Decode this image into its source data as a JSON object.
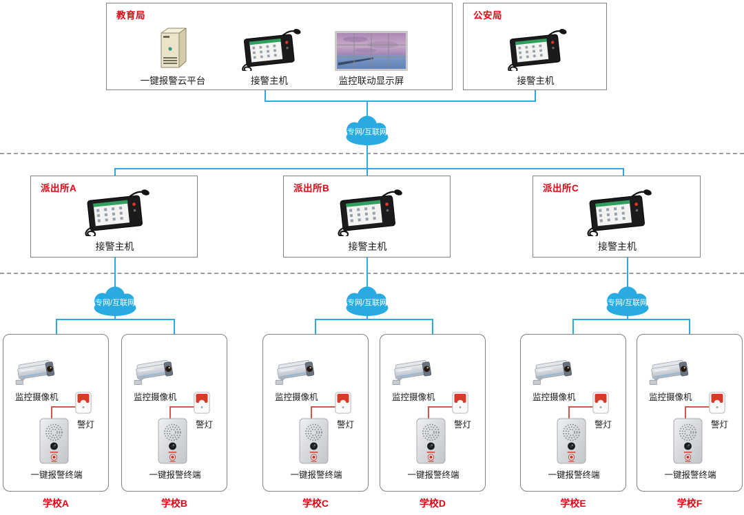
{
  "colors": {
    "line_blue": "#29ABE2",
    "title_red": "#E60012",
    "box_border_gray": "#7f7f7f",
    "dashed_gray": "#9c9c9c",
    "alarm_red": "#D63A28"
  },
  "network_cloud_label": "专网/互联网",
  "education_bureau": {
    "title": "教育局",
    "items": [
      {
        "icon": "server-icon",
        "label": "一键报警云平台"
      },
      {
        "icon": "alarm-host-phone-icon",
        "label": "接警主机"
      },
      {
        "icon": "video-wall-icon",
        "label": "监控联动显示屏"
      }
    ]
  },
  "public_security_bureau": {
    "title": "公安局",
    "items": [
      {
        "icon": "alarm-host-phone-icon",
        "label": "接警主机"
      }
    ]
  },
  "police_stations": [
    {
      "title": "派出所A",
      "device_label": "接警主机"
    },
    {
      "title": "派出所B",
      "device_label": "接警主机"
    },
    {
      "title": "派出所C",
      "device_label": "接警主机"
    }
  ],
  "school_device_labels": {
    "camera": "监控摄像机",
    "alarm_light": "警灯",
    "terminal": "一键报警终端"
  },
  "schools": [
    {
      "name": "学校A"
    },
    {
      "name": "学校B"
    },
    {
      "name": "学校C"
    },
    {
      "name": "学校D"
    },
    {
      "name": "学校E"
    },
    {
      "name": "学校F"
    }
  ]
}
